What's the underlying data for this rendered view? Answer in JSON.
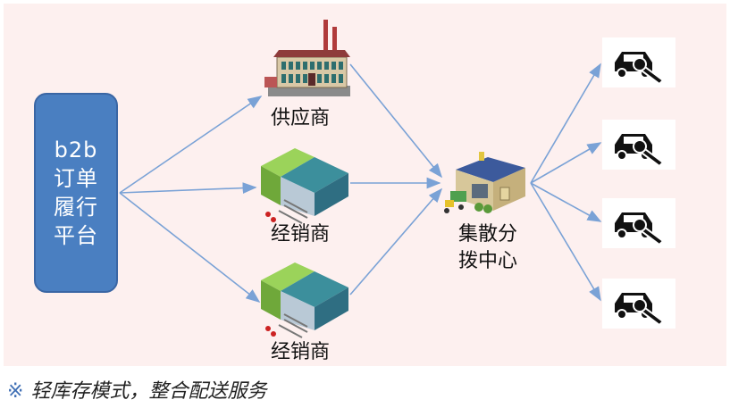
{
  "platform": {
    "lines": [
      "b2b",
      "订单",
      "履行",
      "平台"
    ]
  },
  "nodes": {
    "supplier": "供应商",
    "distributor_top": "经销商",
    "distributor_bottom": "经销商",
    "hub_line1": "集散分",
    "hub_line2": "拨中心"
  },
  "services": [
    {
      "icon": "car-repair-icon"
    },
    {
      "icon": "car-repair-icon"
    },
    {
      "icon": "car-repair-icon"
    },
    {
      "icon": "car-repair-icon"
    }
  ],
  "caption": {
    "mark": "※",
    "text": "轻库存模式，整合配送服务"
  },
  "colors": {
    "background": "#fdf0ef",
    "platform": "#4a7fc1",
    "arrow": "#7aa2d6"
  }
}
